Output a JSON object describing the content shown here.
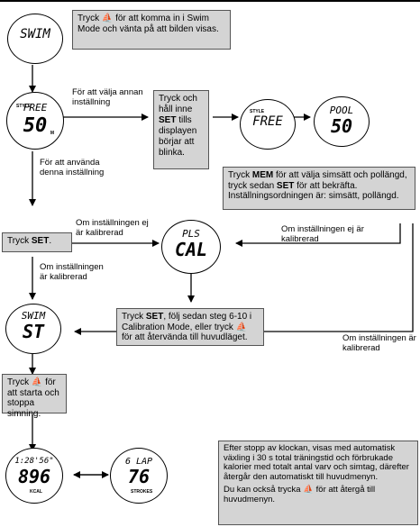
{
  "texts": {
    "box1": "Tryck ⛵ för att komma in i Swim Mode och vänta på att bilden visas.",
    "label_change": "För att välja annan inställning",
    "box_hold": {
      "pre": "Tryck och håll inne ",
      "key": "SET",
      "post": " tills displayen börjar att blinka."
    },
    "box_mem": {
      "pre": "Tryck ",
      "key1": "MEM",
      "mid": " för att välja simsätt och pollängd, tryck sedan ",
      "key2": "SET",
      "post": " för att bekräfta. Inställningsordningen är: simsätt, pollängd."
    },
    "label_use": "För att använda denna inställning",
    "box_set": {
      "pre": "Tryck ",
      "key": "SET",
      "post": "."
    },
    "label_notcal_top": "Om inställningen ej är kalibrerad",
    "label_notcal_right": "Om inställningen ej är kalibrerad",
    "label_cal_left": "Om inställningen är kalibrerad",
    "box_cal": {
      "pre": "Tryck ",
      "key": "SET",
      "post": ", följ sedan steg 6-10 i Calibration Mode, eller tryck ⛵ för att återvända till huvudläget."
    },
    "label_cal_right": "Om inställningen är kalibrerad",
    "label_startstop": "Tryck ⛵ för att starta och stoppa simning.",
    "box_bottom_p1": "Efter stopp av klockan, visas med automatisk växling i 30 s total träningstid och förbrukade kalorier med totalt antal varv och simtag, därefter återgår den automatiskt till huvudmenyn.",
    "box_bottom_p2": "Du kan också trycka ⛵ för att återgå till huvudmenyn."
  },
  "displays": {
    "swim": "SWIM",
    "free_top": "FREE",
    "free_num": "50",
    "free2_top": "FREE",
    "pool_top": "POOL",
    "pool_num": "50",
    "cal_top": "PLS",
    "cal_main": "CAL",
    "st_top": "SWIM",
    "st_main": "ST",
    "time_top": "1:28'56\"",
    "time_main": "896",
    "time_unit": "KCAL",
    "lap_top": "6 LAP",
    "lap_main": "76",
    "lap_unit": "STROKES",
    "style_label": "STYLE",
    "length_label": "M"
  },
  "colors": {
    "box_fill": "#d4d4d4",
    "line": "#000000"
  }
}
